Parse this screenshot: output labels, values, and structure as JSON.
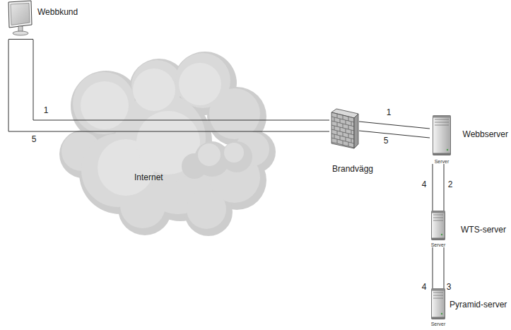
{
  "diagram": {
    "nodes": [
      {
        "text": [
          "Webbkund"
        ]
      },
      {
        "text": [
          "Internet"
        ]
      },
      {
        "text": [
          "Brandvägg"
        ]
      },
      {
        "text": [
          "Webbserver",
          "Server"
        ]
      },
      {
        "text": [
          "WTS-server",
          "Server"
        ]
      },
      {
        "text": [
          "Pyramid-server",
          "Server"
        ]
      }
    ],
    "edges": [
      {
        "from": 0,
        "to": 2,
        "label": "1",
        "arrow": "none"
      },
      {
        "from": 0,
        "to": 2,
        "label": "5",
        "arrow": "none"
      },
      {
        "from": 2,
        "to": 3,
        "label": "1",
        "arrow": "none"
      },
      {
        "from": 2,
        "to": 3,
        "label": "5",
        "arrow": "none"
      },
      {
        "from": 3,
        "to": 4,
        "label": "4",
        "arrow": "none"
      },
      {
        "from": 3,
        "to": 4,
        "label": "2",
        "arrow": "none"
      },
      {
        "from": 4,
        "to": 5,
        "label": "4",
        "arrow": "none"
      },
      {
        "from": 4,
        "to": 5,
        "label": "3",
        "arrow": "none"
      }
    ]
  }
}
